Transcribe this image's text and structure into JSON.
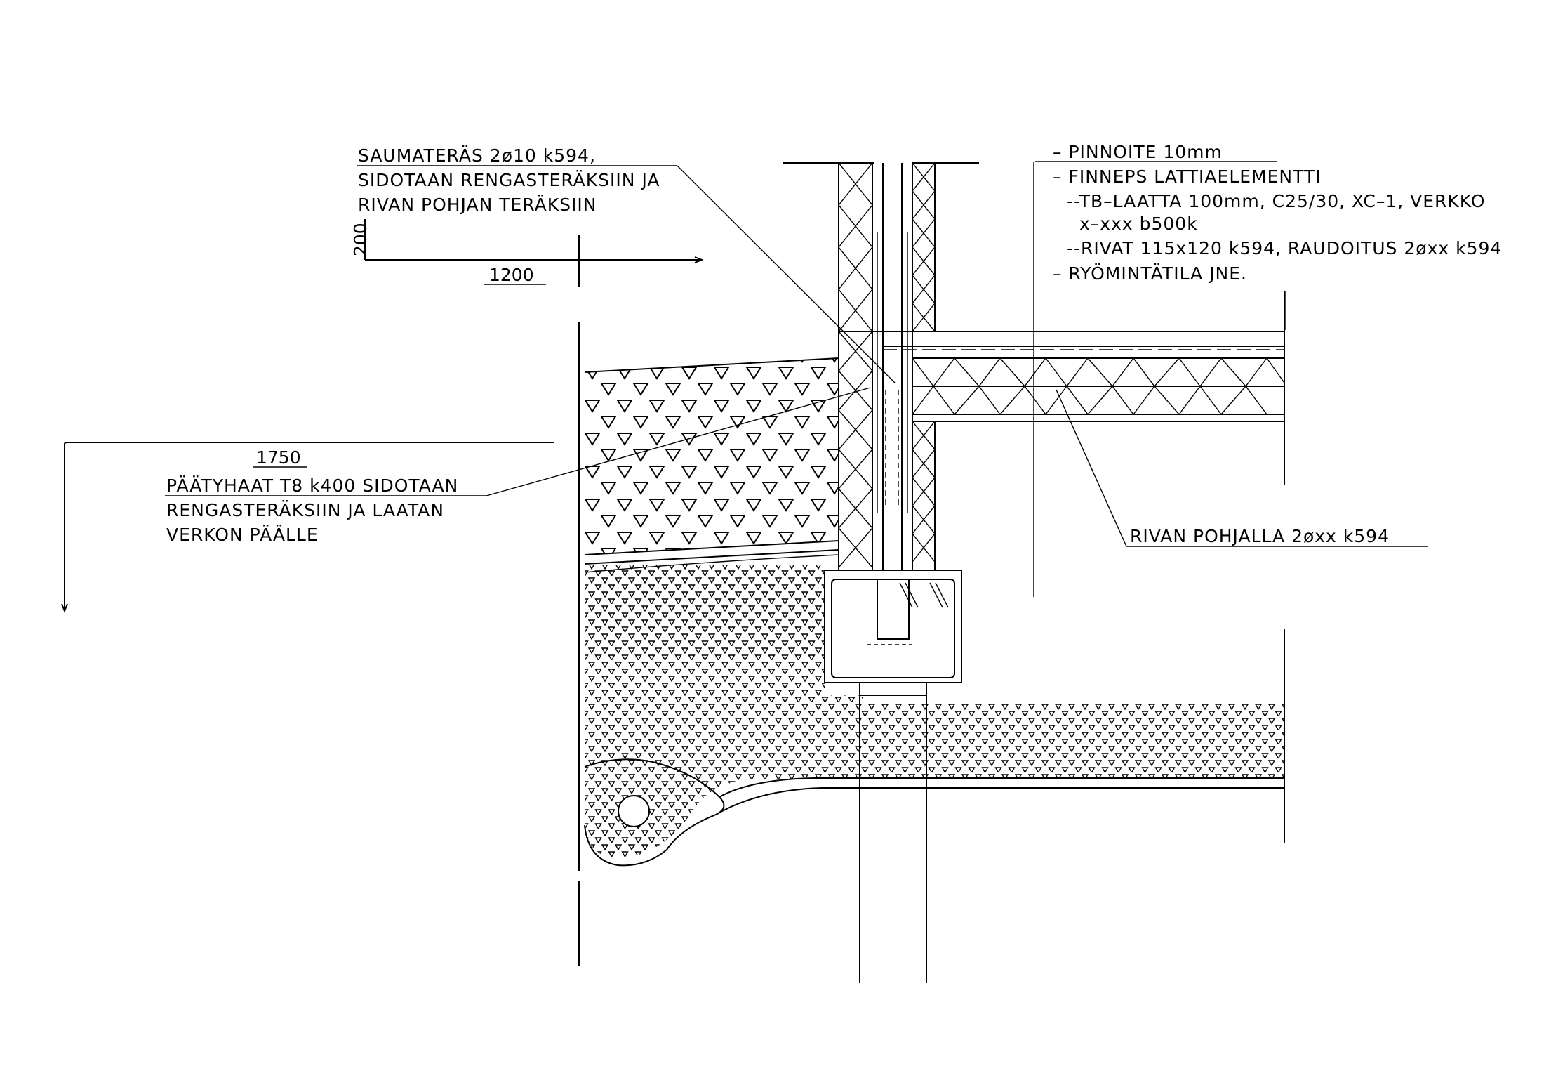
{
  "annotations": {
    "top_left": [
      "SAUMATERÄS 2ø10 k594,",
      "SIDOTAAN RENGASTERÄKSIIN JA",
      "RIVAN POHJAN TERÄKSIIN"
    ],
    "top_right": [
      "– PINNOITE 10mm",
      "– FINNEPS LATTIAELEMENTTI",
      "--TB–LAATTA 100mm, C25/30, XC–1, VERKKO",
      "x–xxx b500k",
      "--RIVAT 115x120 k594, RAUDOITUS 2øxx k594",
      "– RYÖMINTÄTILA JNE."
    ],
    "mid_left": [
      "PÄÄTYHAAT T8 k400 SIDOTAAN",
      "RENGASTERÄKSIIN JA LAATAN",
      "VERKON PÄÄLLE"
    ],
    "right_label": "RIVAN POHJALLA 2øxx k594"
  },
  "dimensions": {
    "vertical": "200",
    "horizontal_top": "1200",
    "horizontal_left": "1750"
  }
}
